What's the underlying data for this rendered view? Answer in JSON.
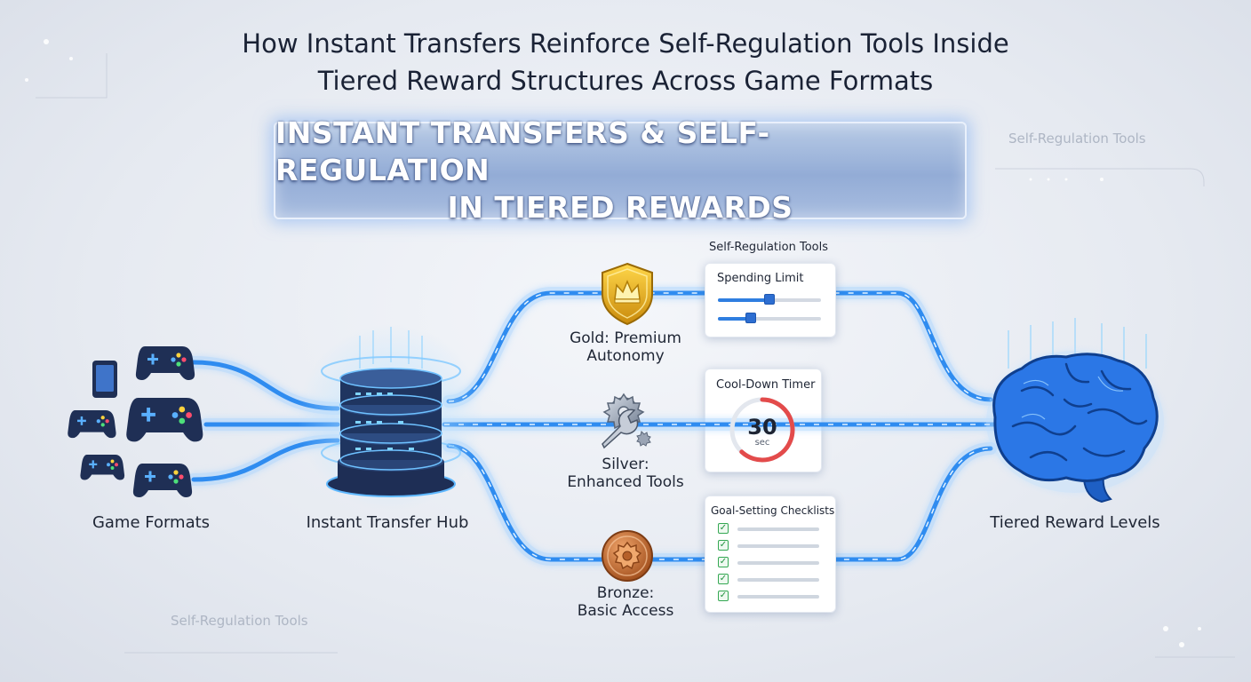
{
  "title": {
    "line1": "How Instant Transfers Reinforce Self-Regulation Tools Inside",
    "line2": "Tiered Reward Structures Across Game Formats"
  },
  "banner": {
    "line1": "INSTANT TRANSFERS & SELF-REGULATION",
    "line2": "IN TIERED REWARDS"
  },
  "background_labels": {
    "top_right": "Self-Regulation Tools",
    "bottom_left": "Self-Regulation Tools"
  },
  "nodes": {
    "game_formats": "Game Formats",
    "hub": "Instant Transfer Hub",
    "reward_levels": "Tiered Reward Levels"
  },
  "tiers": {
    "gold": {
      "line1": "Gold: Premium",
      "line2": "Autonomy"
    },
    "silver": {
      "line1": "Silver:",
      "line2": "Enhanced Tools"
    },
    "bronze": {
      "line1": "Bronze:",
      "line2": "Basic Access"
    }
  },
  "tools": {
    "section_label": "Self-Regulation Tools",
    "spending_limit": {
      "title": "Spending Limit",
      "slider1": 0.5,
      "slider2": 0.32
    },
    "cooldown": {
      "title": "Cool-Down Timer",
      "value": "30",
      "unit": "sec",
      "progress": 0.62
    },
    "checklist": {
      "title": "Goal-Setting Checklists",
      "items_checked": 5
    }
  },
  "colors": {
    "flow_blue": "#2f8cf0",
    "flow_glow": "#9fd0ff",
    "gold": "#e8b21c",
    "silver": "#8a96a8",
    "bronze": "#c4703a",
    "controller": "#1f2f55",
    "timer_red": "#e34b4b",
    "brain_blue": "#2b77e6",
    "check_green": "#35a853"
  },
  "icons": [
    "tablet-icon",
    "gamepad-icon",
    "server-stack-icon",
    "gold-shield-crown-icon",
    "wrench-gear-icon",
    "bronze-gear-medal-icon",
    "brain-icon",
    "checkbox-icon"
  ]
}
